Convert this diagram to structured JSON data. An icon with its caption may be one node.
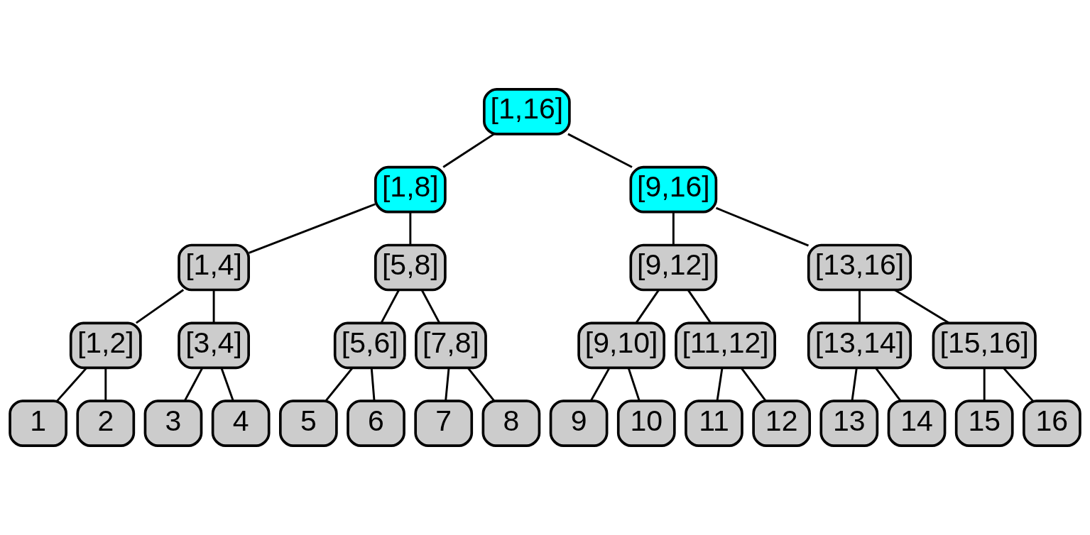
{
  "diagram": {
    "nodes": [
      {
        "text": [
          "[1,16]"
        ]
      },
      {
        "text": [
          "[1,8]"
        ]
      },
      {
        "text": [
          "[9,16]"
        ]
      },
      {
        "text": [
          "[1,4]"
        ]
      },
      {
        "text": [
          "[5,8]"
        ]
      },
      {
        "text": [
          "[9,12]"
        ]
      },
      {
        "text": [
          "[13,16]"
        ]
      },
      {
        "text": [
          "[1,2]"
        ]
      },
      {
        "text": [
          "[3,4]"
        ]
      },
      {
        "text": [
          "[5,6]"
        ]
      },
      {
        "text": [
          "[7,8]"
        ]
      },
      {
        "text": [
          "[9,10]"
        ]
      },
      {
        "text": [
          "[11,12]"
        ]
      },
      {
        "text": [
          "[13,14]"
        ]
      },
      {
        "text": [
          "[15,16]"
        ]
      },
      {
        "text": [
          "1"
        ]
      },
      {
        "text": [
          "2"
        ]
      },
      {
        "text": [
          "3"
        ]
      },
      {
        "text": [
          "4"
        ]
      },
      {
        "text": [
          "5"
        ]
      },
      {
        "text": [
          "6"
        ]
      },
      {
        "text": [
          "7"
        ]
      },
      {
        "text": [
          "8"
        ]
      },
      {
        "text": [
          "9"
        ]
      },
      {
        "text": [
          "10"
        ]
      },
      {
        "text": [
          "11"
        ]
      },
      {
        "text": [
          "12"
        ]
      },
      {
        "text": [
          "13"
        ]
      },
      {
        "text": [
          "14"
        ]
      },
      {
        "text": [
          "15"
        ]
      },
      {
        "text": [
          "16"
        ]
      }
    ],
    "edges": [
      {
        "from": 0,
        "to": 1,
        "arrow": "none"
      },
      {
        "from": 0,
        "to": 2,
        "arrow": "none"
      },
      {
        "from": 1,
        "to": 3,
        "arrow": "none"
      },
      {
        "from": 1,
        "to": 4,
        "arrow": "none"
      },
      {
        "from": 2,
        "to": 5,
        "arrow": "none"
      },
      {
        "from": 2,
        "to": 6,
        "arrow": "none"
      },
      {
        "from": 3,
        "to": 7,
        "arrow": "none"
      },
      {
        "from": 3,
        "to": 8,
        "arrow": "none"
      },
      {
        "from": 4,
        "to": 9,
        "arrow": "none"
      },
      {
        "from": 4,
        "to": 10,
        "arrow": "none"
      },
      {
        "from": 5,
        "to": 11,
        "arrow": "none"
      },
      {
        "from": 5,
        "to": 12,
        "arrow": "none"
      },
      {
        "from": 6,
        "to": 13,
        "arrow": "none"
      },
      {
        "from": 6,
        "to": 14,
        "arrow": "none"
      },
      {
        "from": 7,
        "to": 15,
        "arrow": "none"
      },
      {
        "from": 7,
        "to": 16,
        "arrow": "none"
      },
      {
        "from": 8,
        "to": 17,
        "arrow": "none"
      },
      {
        "from": 8,
        "to": 18,
        "arrow": "none"
      },
      {
        "from": 9,
        "to": 19,
        "arrow": "none"
      },
      {
        "from": 9,
        "to": 20,
        "arrow": "none"
      },
      {
        "from": 10,
        "to": 21,
        "arrow": "none"
      },
      {
        "from": 10,
        "to": 22,
        "arrow": "none"
      },
      {
        "from": 11,
        "to": 23,
        "arrow": "none"
      },
      {
        "from": 11,
        "to": 24,
        "arrow": "none"
      },
      {
        "from": 12,
        "to": 25,
        "arrow": "none"
      },
      {
        "from": 12,
        "to": 26,
        "arrow": "none"
      },
      {
        "from": 13,
        "to": 27,
        "arrow": "none"
      },
      {
        "from": 13,
        "to": 28,
        "arrow": "none"
      },
      {
        "from": 14,
        "to": 29,
        "arrow": "none"
      },
      {
        "from": 14,
        "to": 30,
        "arrow": "none"
      }
    ]
  }
}
